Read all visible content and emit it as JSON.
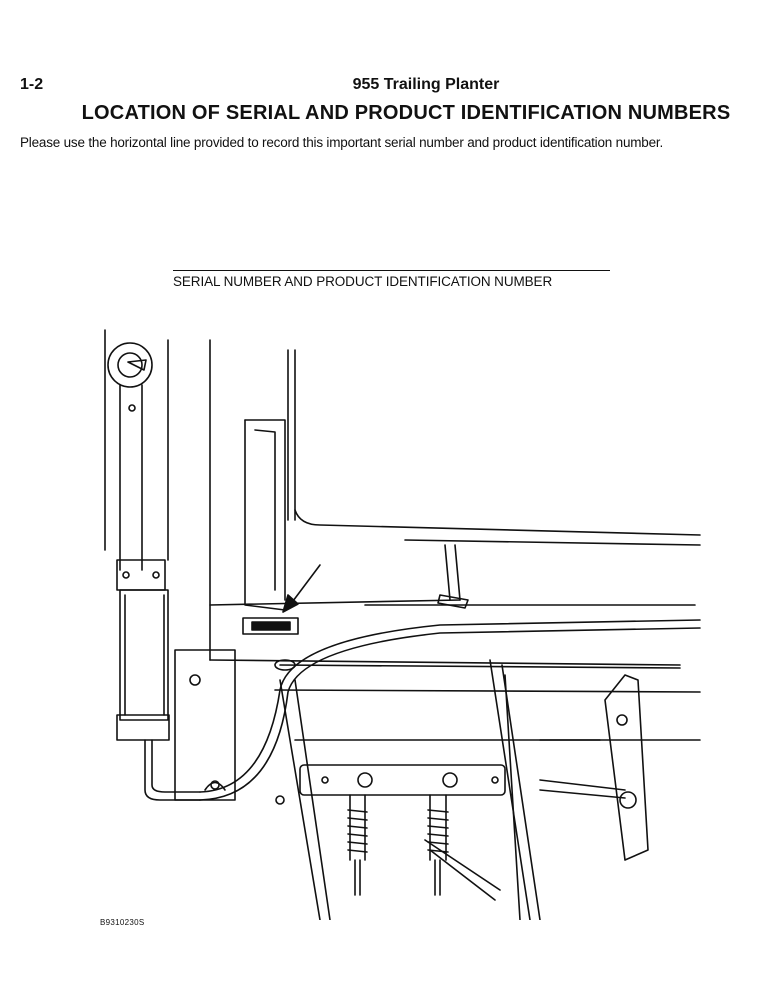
{
  "header": {
    "page_number": "1-2",
    "running_title": "955 Trailing Planter"
  },
  "section": {
    "title": "LOCATION OF SERIAL AND PRODUCT IDENTIFICATION NUMBERS",
    "instructions": "Please use the horizontal line provided to record this important serial number and product identification number."
  },
  "record_field": {
    "caption": "SERIAL NUMBER AND PRODUCT IDENTIFICATION NUMBER"
  },
  "figure": {
    "code": "B9310230S",
    "icon": "planter-frame-drawing",
    "line_color": "#111111"
  }
}
